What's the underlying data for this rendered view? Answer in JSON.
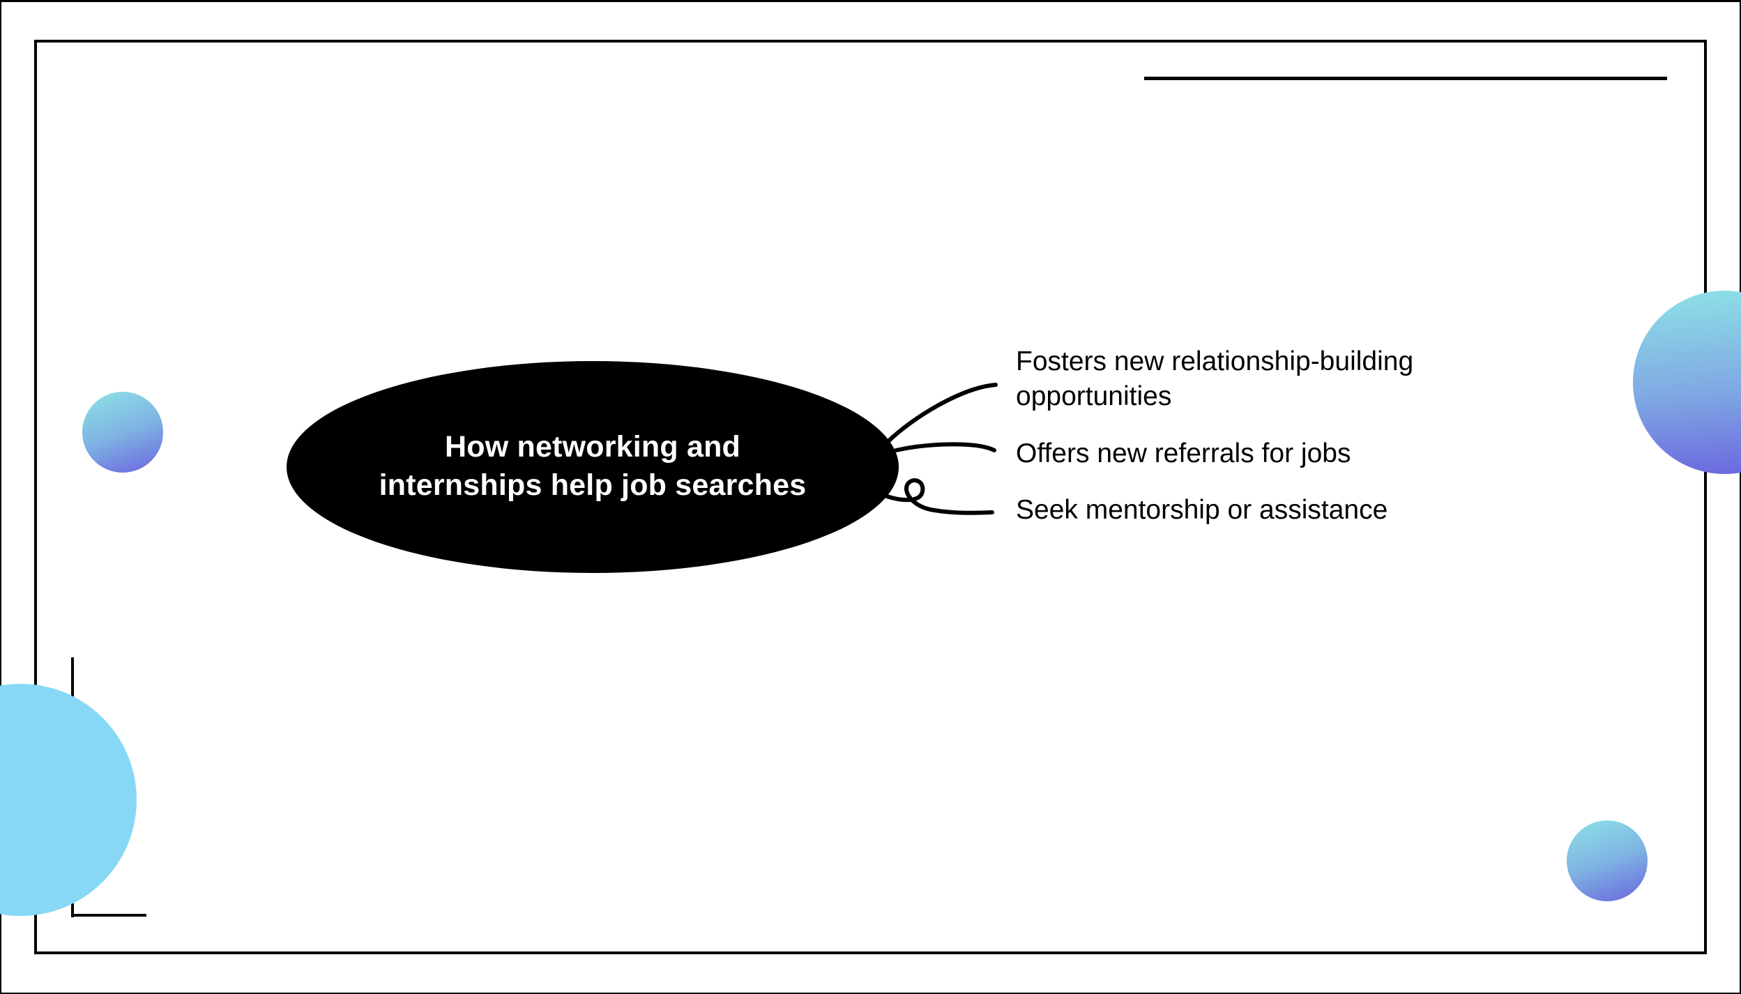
{
  "slide": {
    "background_color": "#ffffff",
    "frame_color": "#000000"
  },
  "mind_map": {
    "central_topic": "How networking and internships help job searches",
    "central_topic_lines": [
      "How networking and",
      "internships help job searches"
    ],
    "central_fill": "#000000",
    "central_text_color": "#ffffff",
    "branches": [
      {
        "label": "Fosters new relationship-building opportunities",
        "lines": [
          "Fosters new relationship-building",
          "opportunities"
        ]
      },
      {
        "label": "Offers new referrals for jobs",
        "lines": [
          "Offers new referrals for jobs"
        ]
      },
      {
        "label": "Seek mentorship or assistance",
        "lines": [
          "Seek mentorship or assistance"
        ]
      }
    ]
  },
  "decorations": {
    "large_circle_color": "#87D8F5",
    "gradient_start": "#8EE2E6",
    "gradient_end": "#6A64DE"
  }
}
